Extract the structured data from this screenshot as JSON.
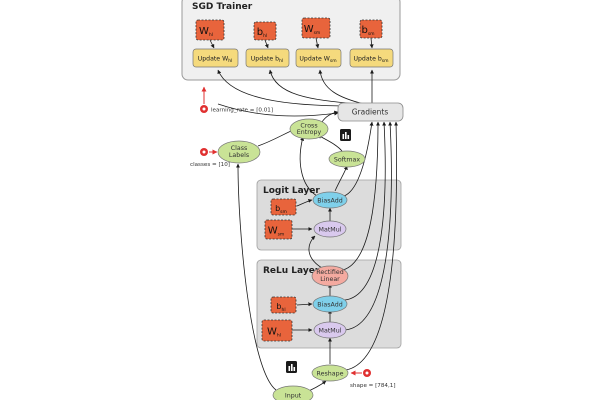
{
  "sgd_trainer": {
    "title": "SGD Trainer",
    "variables": [
      {
        "main": "W",
        "sub": "hl"
      },
      {
        "main": "b",
        "sub": "hl"
      },
      {
        "main": "W",
        "sub": "sm"
      },
      {
        "main": "b",
        "sub": "sm"
      }
    ],
    "updates": [
      {
        "main": "Update W",
        "sub": "hl"
      },
      {
        "main": "Update b",
        "sub": "hl"
      },
      {
        "main": "Update W",
        "sub": "sm"
      },
      {
        "main": "Update b",
        "sub": "sm"
      }
    ]
  },
  "gradients": {
    "label": "Gradients"
  },
  "learning_rate": {
    "label": "learning_rate = [0.01]"
  },
  "cross_entropy": {
    "line1": "Cross",
    "line2": "Entropy"
  },
  "class_labels": {
    "line1": "Class",
    "line2": "Labels"
  },
  "classes": {
    "label": "classes = [10]"
  },
  "softmax": {
    "label": "Softmax"
  },
  "logit_layer": {
    "title": "Logit Layer",
    "bias_add": "BiasAdd",
    "matmul": "MatMul",
    "bias_var": {
      "main": "b",
      "sub": "sm"
    },
    "weight_var": {
      "main": "W",
      "sub": "sm"
    }
  },
  "relu_layer": {
    "title": "ReLu Layer",
    "rectified_line1": "Rectified",
    "rectified_line2": "Linear",
    "bias_add": "BiasAdd",
    "matmul": "MatMul",
    "bias_var": {
      "main": "b",
      "sub": "hl"
    },
    "weight_var": {
      "main": "W",
      "sub": "hl"
    }
  },
  "reshape": {
    "label": "Reshape"
  },
  "shape": {
    "label": "shape = [784,1]"
  },
  "input": {
    "label": "Input"
  },
  "colors": {
    "trainer_bg": "#f0f0f0",
    "layer_bg": "#dcdcdc",
    "variable": "#e8643c",
    "update": "#f5da7d",
    "op_green": "#c9e396",
    "op_blue": "#7fd0ea",
    "op_purple": "#d9c9ee",
    "op_red": "#f4aaa0",
    "gradients": "#e6e6e6",
    "edge": "#1a1a1a",
    "constant": "#e03030"
  },
  "icons": [
    "summary-icon",
    "constant-icon"
  ]
}
